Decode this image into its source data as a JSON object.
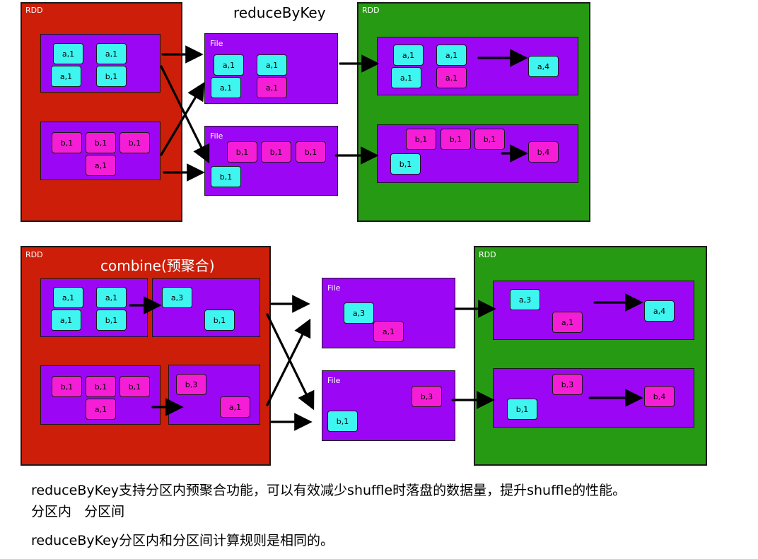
{
  "top": {
    "title": "reduceByKey",
    "rdd_label": "RDD",
    "rdd_label_right": "RDD",
    "file_label_1": "File",
    "file_label_2": "File",
    "src_part1": [
      "a,1",
      "a,1",
      "a,1",
      "b,1"
    ],
    "src_part2": [
      "b,1",
      "b,1",
      "b,1",
      "a,1"
    ],
    "file1": [
      "a,1",
      "a,1",
      "a,1",
      "a,1"
    ],
    "file2": [
      "b,1",
      "b,1",
      "b,1",
      "b,1"
    ],
    "dst_part1": [
      "a,1",
      "a,1",
      "a,1",
      "a,1"
    ],
    "dst_part1_result": "a,4",
    "dst_part2": [
      "b,1",
      "b,1",
      "b,1",
      "b,1"
    ],
    "dst_part2_result": "b,4"
  },
  "bottom": {
    "title": "combine(预聚合)",
    "rdd_label": "RDD",
    "rdd_label_right": "RDD",
    "file_label_1": "File",
    "file_label_2": "File",
    "src_part1": [
      "a,1",
      "a,1",
      "a,1",
      "b,1"
    ],
    "combined1": [
      "a,3",
      "b,1"
    ],
    "src_part2": [
      "b,1",
      "b,1",
      "b,1",
      "a,1"
    ],
    "combined2": [
      "b,3",
      "a,1"
    ],
    "file1": [
      "a,3",
      "a,1"
    ],
    "file2": [
      "b,3",
      "b,1"
    ],
    "dst_part1": [
      "a,3",
      "a,1"
    ],
    "dst_part1_result": "a,4",
    "dst_part2": [
      "b,3",
      "b,1"
    ],
    "dst_part2_result": "b,4"
  },
  "captions": {
    "line1": "reduceByKey支持分区内预聚合功能，可以有效减少shuffle时落盘的数据量，提升shuffle的性能。",
    "line2": "分区内   分区间",
    "line3": "reduceByKey分区内和分区间计算规则是相同的。"
  },
  "colors": {
    "rdd_red": "#cc1e08",
    "rdd_green": "#279a14",
    "partition_purple": "#9b06f4",
    "key_a_cyan": "#3ff5f0",
    "key_b_pink": "#f51ed6"
  }
}
